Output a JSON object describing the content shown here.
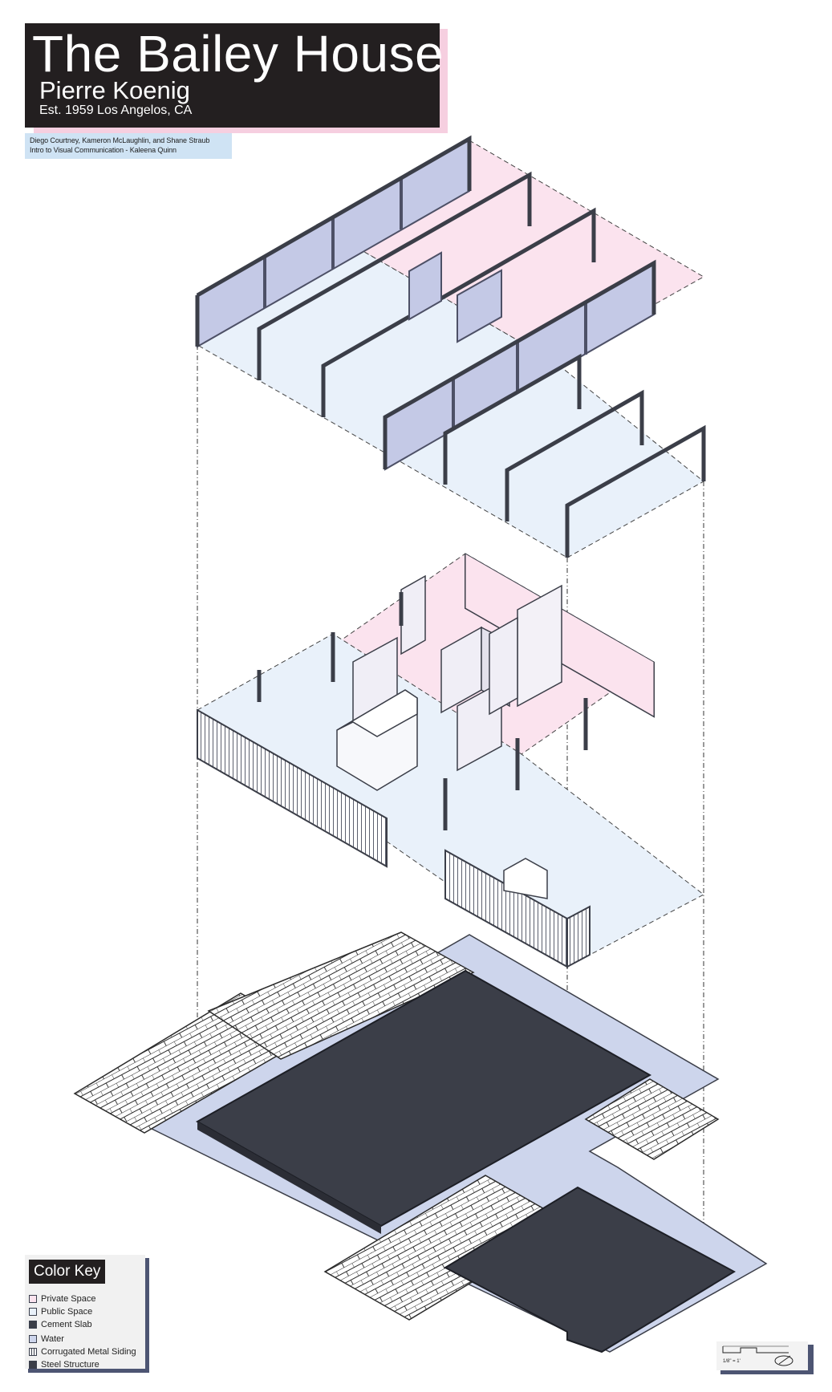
{
  "title": {
    "name": "The Bailey House",
    "architect": "Pierre Koenig",
    "established": "Est. 1959 Los Angelos, CA"
  },
  "credits": {
    "authors": "Diego Courtney, Kameron McLaughlin, and Shane Straub",
    "course": "Intro to Visual Communication - Kaleena Quinn"
  },
  "colors": {
    "private_space": "#fbe3ee",
    "public_space": "#e9f1fa",
    "cement_slab": "#3b3e48",
    "water": "#cdd5ec",
    "steel_structure": "#4d5066",
    "glazing": "#c4c9e6",
    "title_bg": "#231f20",
    "title_accent": "#f6cfe0",
    "credit_bg": "#cfe3f4"
  },
  "color_key": {
    "title": "Color Key",
    "items": [
      {
        "label": "Private Space",
        "color": "#fbe3ee"
      },
      {
        "label": "Public Space",
        "color": "#e9f1fa"
      },
      {
        "label": "Cement Slab",
        "color": "#3b3e48"
      },
      {
        "label": "Water",
        "color": "#cdd5ec"
      },
      {
        "label": "Corrugated Metal Siding",
        "pattern": "vertical-stripes"
      },
      {
        "label": "Steel Structure",
        "color": "#3b3e48"
      }
    ]
  },
  "scale": {
    "label": "1/8\" = 1'",
    "icon": "north-arrow-icon"
  }
}
